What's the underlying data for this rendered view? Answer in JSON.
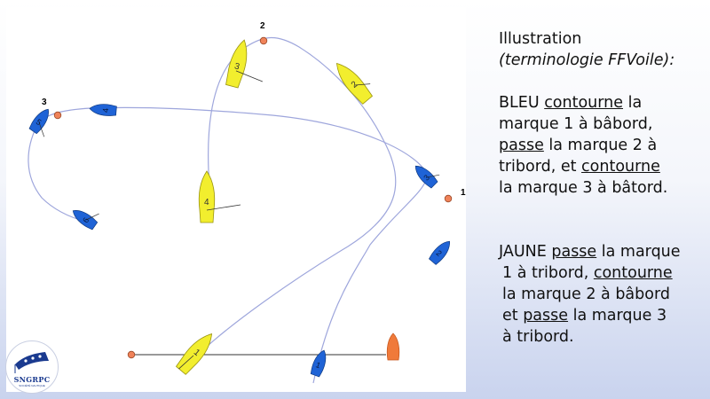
{
  "marks": [
    {
      "id": "mark-1",
      "label": "1"
    },
    {
      "id": "mark-2",
      "label": "2"
    },
    {
      "id": "mark-3",
      "label": "3"
    }
  ],
  "boats": {
    "yellow": [
      "1",
      "2",
      "3",
      "4"
    ],
    "blue": [
      "1",
      "2",
      "3",
      "4",
      "5",
      "6"
    ]
  },
  "colors": {
    "yellow_boat": "#f2ee2e",
    "blue_boat": "#1f63d6",
    "mark": "#f0835a",
    "committee_boat": "#f07a3a",
    "track": "#9ea6dc"
  },
  "text": {
    "title": "Illustration",
    "subtitle": "(terminologie FFVoile):",
    "blue_p1": "BLEU ",
    "blue_kw1": "contourne",
    "blue_p2": " la",
    "blue_p3": "marque 1 à bâbord,",
    "blue_kw2": "passe",
    "blue_p4": " la marque 2 à",
    "blue_p5": "tribord, et ",
    "blue_kw3": "contourne",
    "blue_p6": "la marque 3 à bâtord.",
    "yellow_p1": "JAUNE ",
    "yellow_kw1": "passe",
    "yellow_p2": " la marque",
    "yellow_p3": "1 à tribord, ",
    "yellow_kw2": "contourne",
    "yellow_p4": "la marque 2 à bâbord",
    "yellow_p5": "et ",
    "yellow_kw3": "passe",
    "yellow_p6": " la marque 3",
    "yellow_p7": "à tribord."
  },
  "logo": {
    "name": "SNGRPC",
    "tagline": "SOCIÉTÉ NAUTIQUE"
  }
}
